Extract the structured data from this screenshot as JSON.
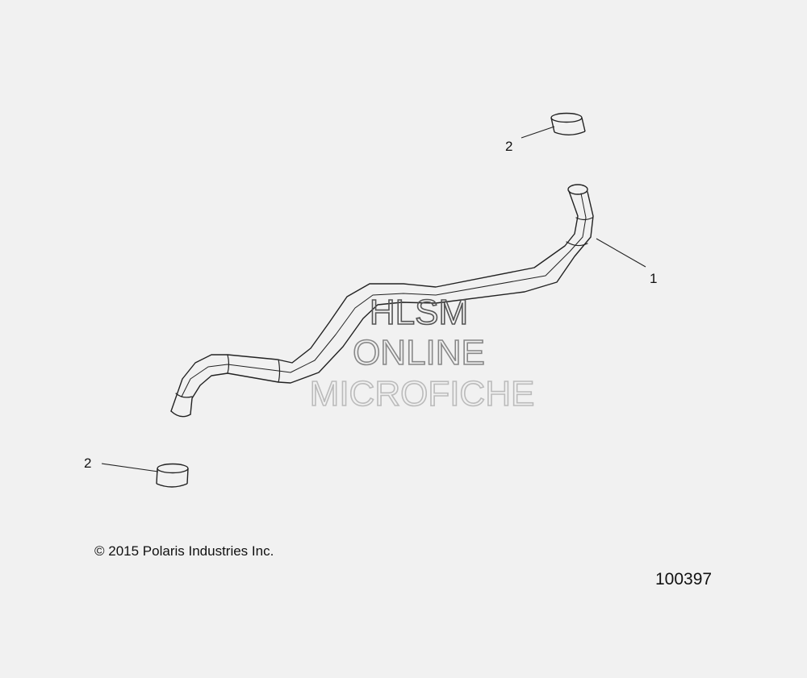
{
  "callouts": {
    "hose_label": "1",
    "clamp_top_label": "2",
    "clamp_bottom_label": "2"
  },
  "watermark": {
    "line1": "HLSM",
    "line2": "ONLINE",
    "line3": "MICROFICHE",
    "colors": {
      "line1": "#555555",
      "line2": "#888888",
      "line3": "#bbbbbb"
    }
  },
  "copyright": "© 2015 Polaris Industries Inc.",
  "drawing_number": "100397"
}
